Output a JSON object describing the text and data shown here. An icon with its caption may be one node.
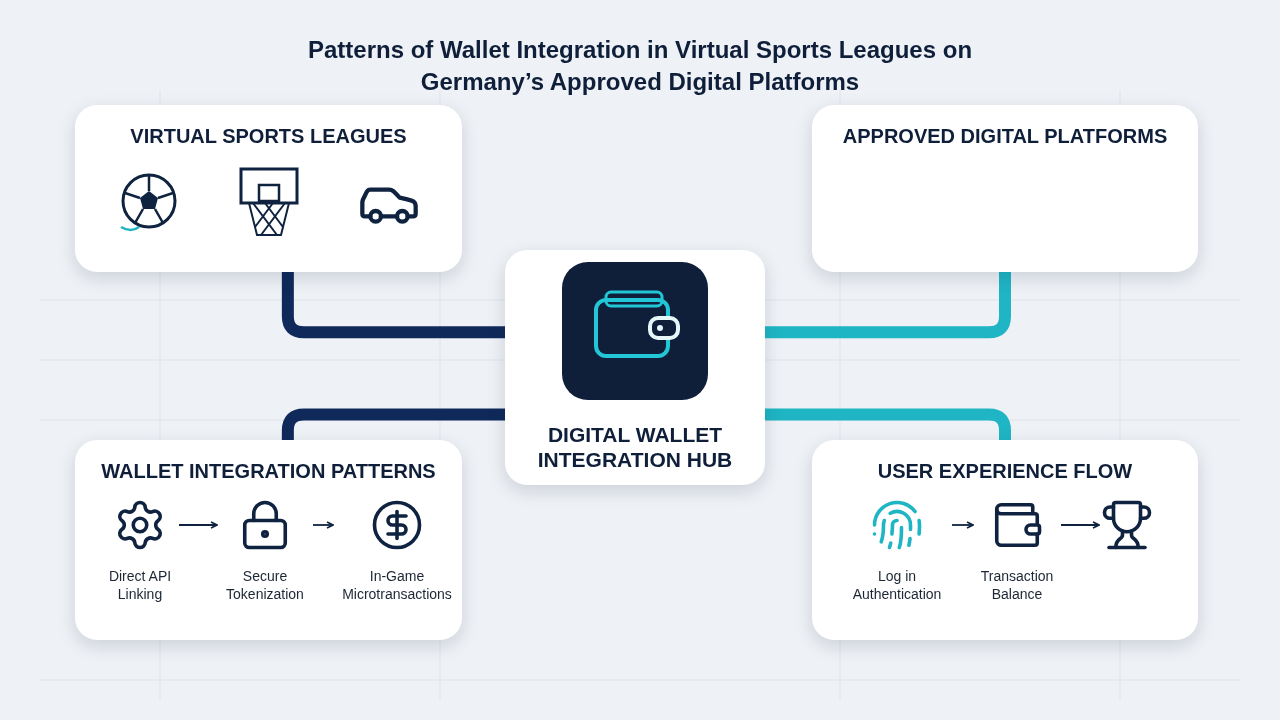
{
  "diagram": {
    "title": "Patterns of Wallet Integration in Virtual Sports Leagues on Germany’s Approved Digital Platforms",
    "nodes": [
      {
        "text": [
          "VIRTUAL SPORTS LEAGUES"
        ]
      },
      {
        "text": [
          "APPROVED DIGITAL PLATFORMS"
        ]
      },
      {
        "text": [
          "DIGITAL WALLET INTEGRATION HUB"
        ]
      },
      {
        "text": [
          "WALLET INTEGRATION PATTERNS"
        ]
      },
      {
        "text": [
          "Direct API Linking"
        ],
        "in": 3
      },
      {
        "text": [
          "Secure Tokenization"
        ],
        "in": 3
      },
      {
        "text": [
          "In-Game Microtransactions"
        ],
        "in": 3
      },
      {
        "text": [
          "USER EXPERIENCE FLOW"
        ]
      },
      {
        "text": [
          "Log in Authentication"
        ],
        "in": 7
      },
      {
        "text": [
          "Transaction Balance"
        ],
        "in": 7
      },
      {
        "text": [],
        "shape": "picture",
        "in": 7
      }
    ],
    "edges": [
      {
        "from": 0,
        "to": 2,
        "arrow": "none",
        "style": "thick",
        "color": "#0f2a5a"
      },
      {
        "from": 1,
        "to": 2,
        "arrow": "none",
        "style": "thick",
        "color": "#1fb5c4"
      },
      {
        "from": 3,
        "to": 2,
        "arrow": "none",
        "style": "thick",
        "color": "#0f2a5a"
      },
      {
        "from": 7,
        "to": 2,
        "arrow": "none",
        "style": "thick",
        "color": "#1fb5c4"
      },
      {
        "from": 4,
        "to": 5,
        "arrow": "to"
      },
      {
        "from": 5,
        "to": 6,
        "arrow": "to"
      },
      {
        "from": 8,
        "to": 9,
        "arrow": "to"
      },
      {
        "from": 9,
        "to": 10,
        "arrow": "to"
      }
    ]
  }
}
